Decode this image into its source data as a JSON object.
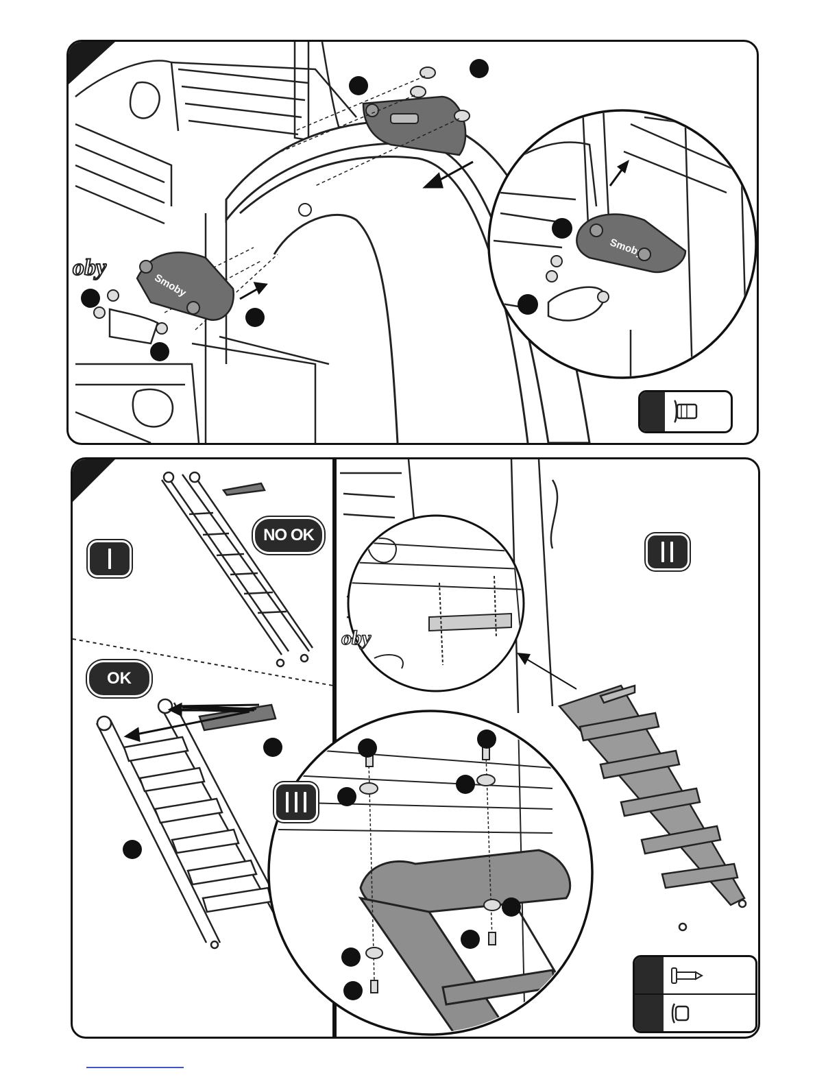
{
  "step_markers": {
    "callout_color": "#111111",
    "part_shade": "#7a7a7a"
  },
  "bottom_panel": {
    "nook_label": "NO OK",
    "ok_label": "OK",
    "roman_numerals": [
      "I",
      "II",
      "III"
    ]
  },
  "brand_marks": {
    "logo_text": "Smoby",
    "fragment_text": "oby"
  },
  "legends": {
    "top": {
      "icon": "insert-nut-icon"
    },
    "bottom": [
      {
        "icon": "screw-icon"
      },
      {
        "icon": "washer-cap-icon"
      }
    ]
  }
}
